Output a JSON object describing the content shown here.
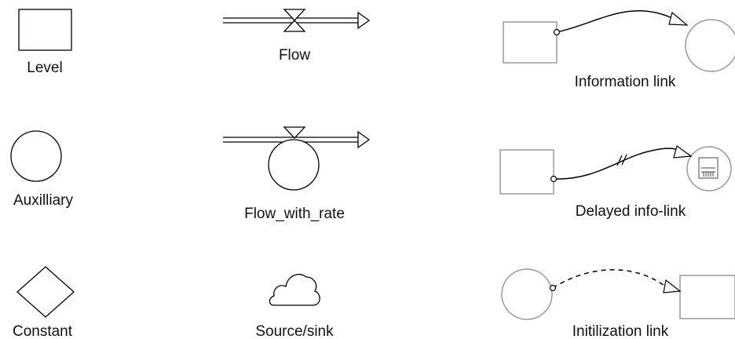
{
  "symbols": {
    "level": "Level",
    "flow": "Flow",
    "information_link": "Information link",
    "auxilliary": "Auxilliary",
    "flow_with_rate": "Flow_with_rate",
    "delayed_info_link": "Delayed info-link",
    "constant": "Constant",
    "source_sink": "Source/sink",
    "initilization_link": "Initilization link"
  }
}
